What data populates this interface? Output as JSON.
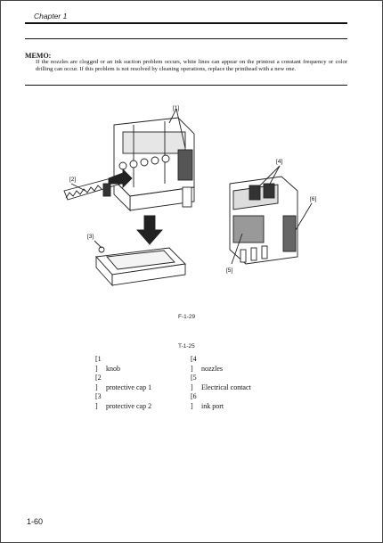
{
  "header": {
    "chapter": "Chapter 1"
  },
  "memo": {
    "title": "MEMO:",
    "text": "If the nozzles are clogged or an ink suction problem occurs, white lines can appear on the printout a constant frequency or color drilling can occur. If this problem is not resolved by cleaning operations, replace the printhead with a new one."
  },
  "figure": {
    "callouts": [
      "[1]",
      "[2]",
      "[3]",
      "[4]",
      "[5]",
      "[6]"
    ],
    "caption": "F-1-29"
  },
  "table": {
    "caption": "T-1-25",
    "items": [
      {
        "open": "[1",
        "close": "]",
        "label": "knob"
      },
      {
        "open": "[2",
        "close": "]",
        "label": "protective cap 1"
      },
      {
        "open": "[3",
        "close": "]",
        "label": "protective cap 2"
      },
      {
        "open": "[4",
        "close": "]",
        "label": "nozzles"
      },
      {
        "open": "[5",
        "close": "]",
        "label": "Electrical contact"
      },
      {
        "open": "[6",
        "close": "]",
        "label": "ink port"
      }
    ]
  },
  "footer": {
    "page_number": "1-60"
  }
}
